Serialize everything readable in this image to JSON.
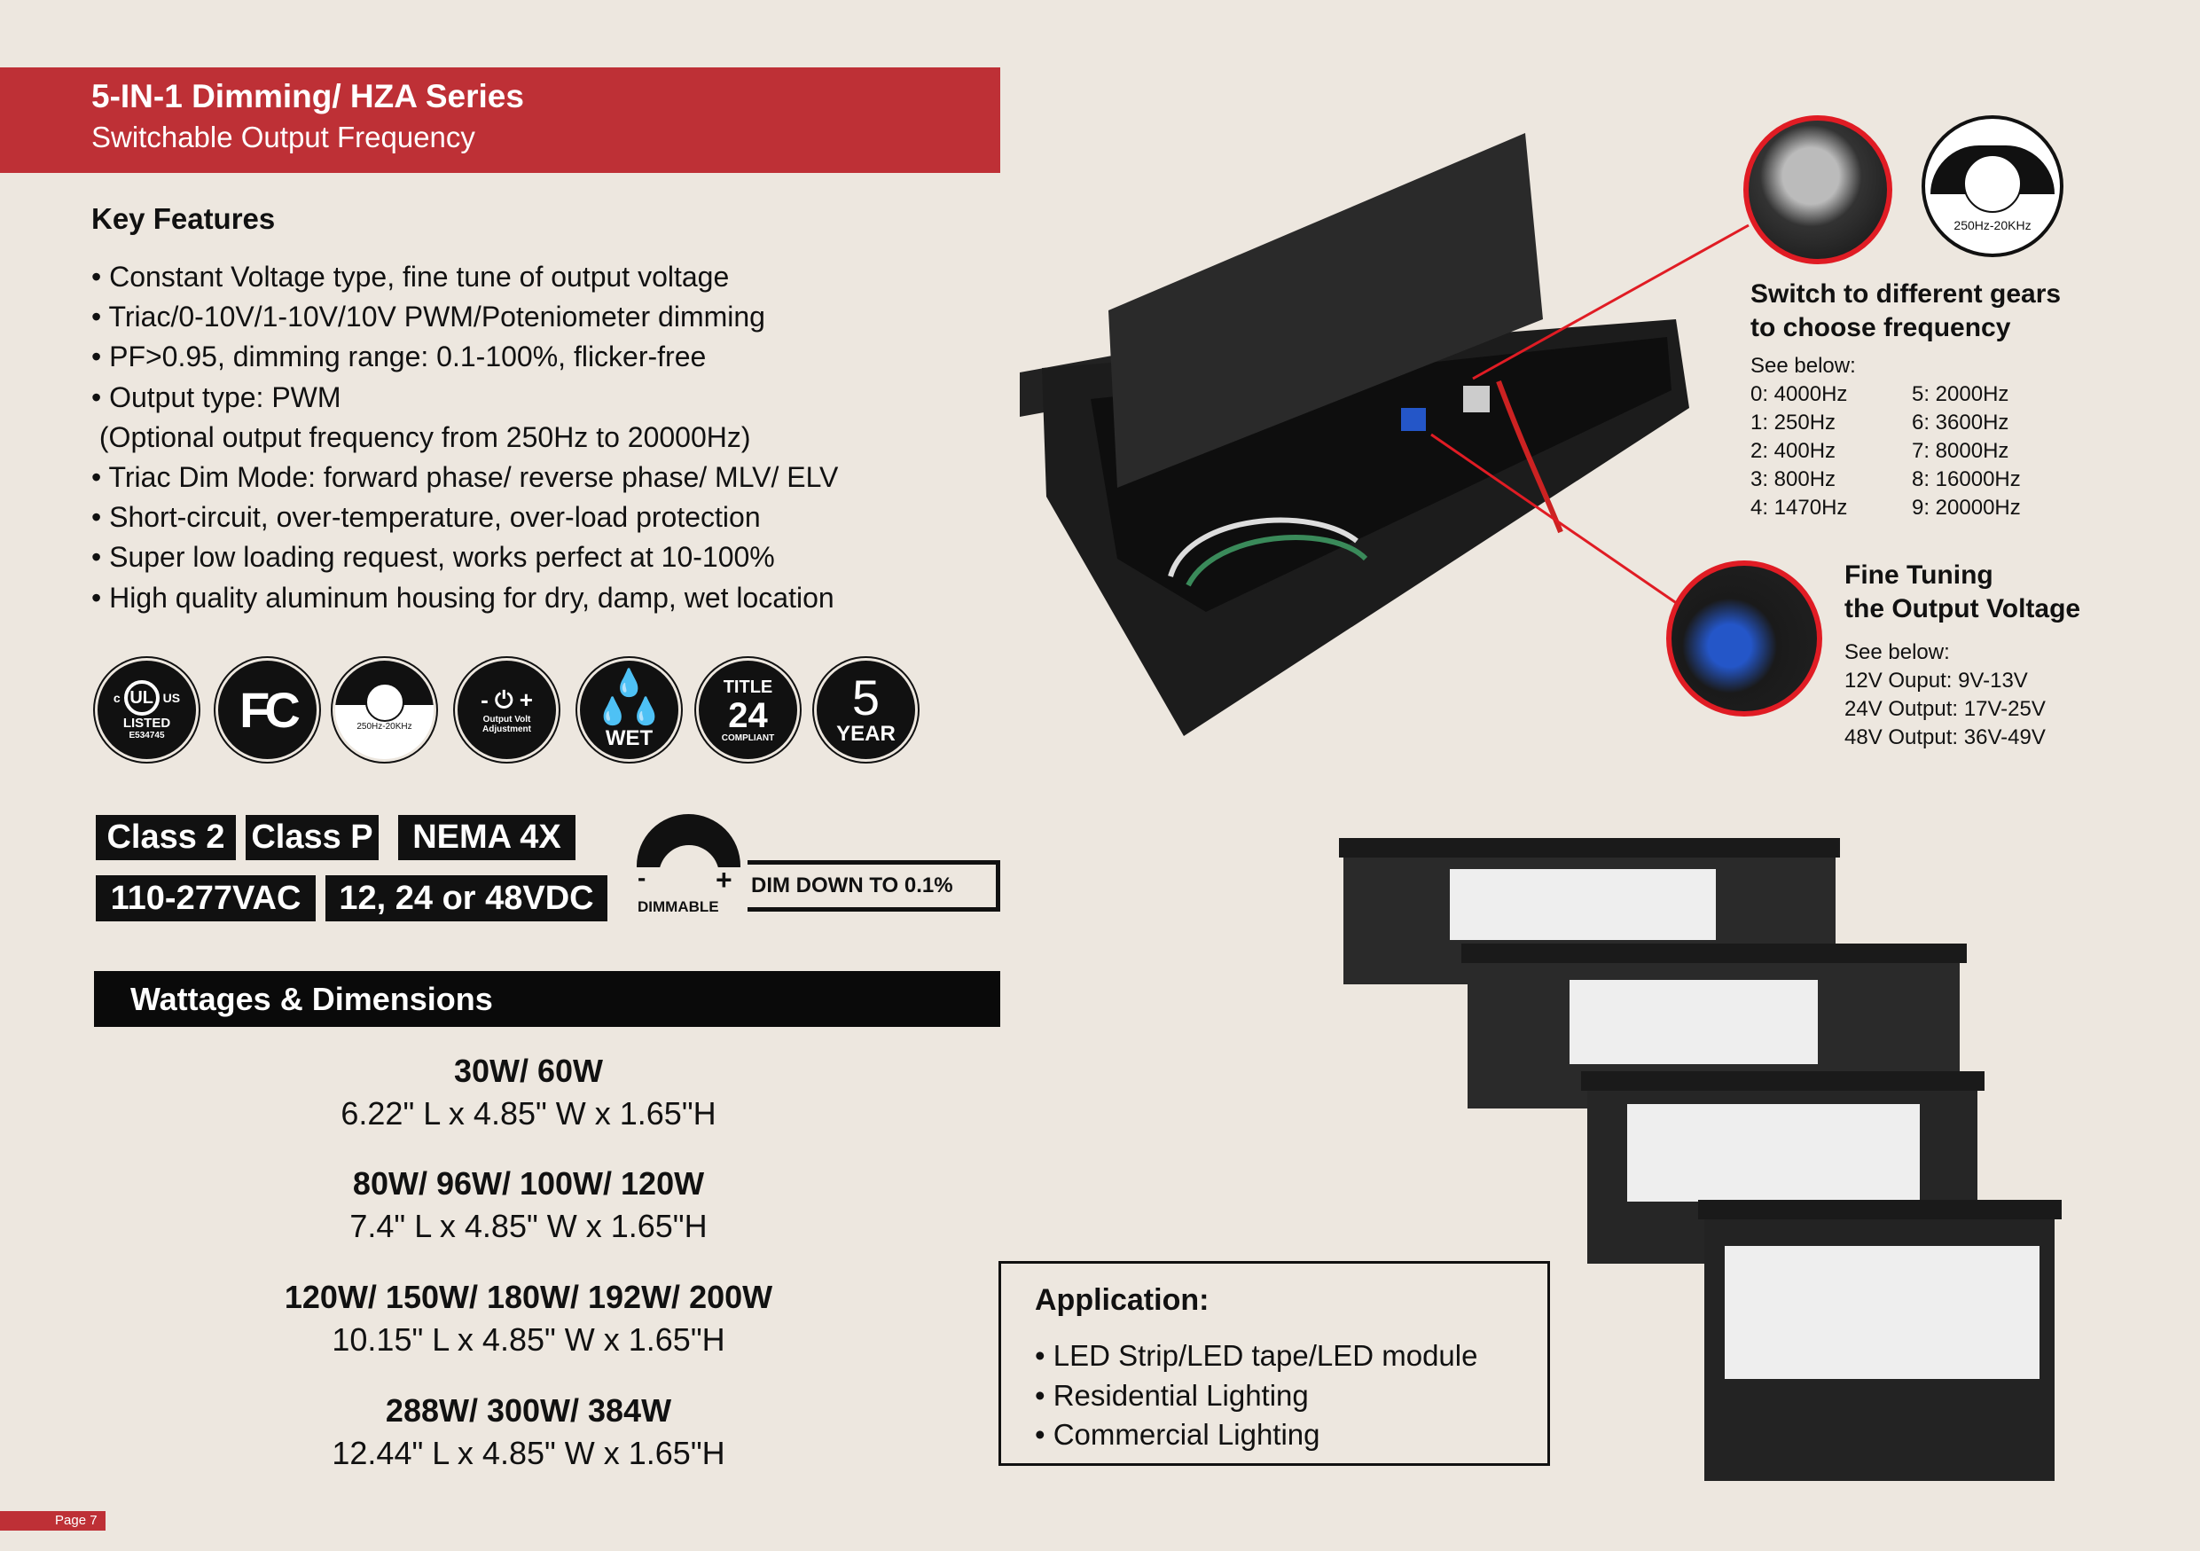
{
  "header": {
    "title": "5-IN-1 Dimming/ HZA Series",
    "subtitle": "Switchable Output Frequency"
  },
  "key_features": {
    "heading": "Key Features",
    "items": [
      "• Constant Voltage type, fine tune of output voltage",
      "• Triac/0-10V/1-10V/10V PWM/Poteniometer dimming",
      "• PF>0.95, dimming range: 0.1-100%, flicker-free",
      "• Output type: PWM",
      " (Optional output frequency from 250Hz to 20000Hz)",
      "• Triac Dim Mode: forward phase/ reverse phase/ MLV/ ELV",
      "• Short-circuit, over-temperature, over-load protection",
      "• Super low loading request, works perfect at 10-100%",
      "• High quality aluminum housing for dry, damp, wet location"
    ]
  },
  "cert_icons": {
    "ul": {
      "c": "c",
      "us": "US",
      "listed": "LISTED",
      "number": "E534745"
    },
    "fcc": "FC",
    "freq": "250Hz-20KHz",
    "volt": {
      "minus": "-",
      "plus": "+",
      "label": "Output Volt Adjustment"
    },
    "wet": "WET",
    "title24": {
      "title": "TITLE",
      "num": "24",
      "compliant": "COMPLIANT"
    },
    "warranty": {
      "num": "5",
      "label": "YEAR"
    }
  },
  "badges": [
    "Class 2",
    "Class P",
    "NEMA 4X",
    "110-277VAC",
    "12, 24 or 48VDC"
  ],
  "dimmable": {
    "minus": "-",
    "plus": "+",
    "label": "DIMMABLE",
    "dim_down": "DIM DOWN TO 0.1%"
  },
  "wattages": {
    "heading": "Wattages & Dimensions",
    "groups": [
      {
        "watts": "30W/ 60W",
        "dims": "6.22\" L x 4.85\" W x 1.65\"H"
      },
      {
        "watts": "80W/ 96W/ 100W/ 120W",
        "dims": "7.4\" L x 4.85\" W x 1.65\"H"
      },
      {
        "watts": "120W/ 150W/ 180W/ 192W/ 200W",
        "dims": "10.15\" L x 4.85\" W x 1.65\"H"
      },
      {
        "watts": "288W/ 300W/ 384W",
        "dims": "12.44\" L x 4.85\" W x 1.65\"H"
      }
    ]
  },
  "application": {
    "heading": "Application:",
    "items": [
      "• LED Strip/LED tape/LED module",
      "• Residential Lighting",
      "• Commercial Lighting"
    ]
  },
  "frequency": {
    "dial_label": "250Hz-20KHz",
    "heading1": "Switch to different gears",
    "heading2": "to choose frequency",
    "see_below": "See below:",
    "col1": [
      "0: 4000Hz",
      "1: 250Hz",
      "2: 400Hz",
      "3: 800Hz",
      "4: 1470Hz"
    ],
    "col2": [
      "5: 2000Hz",
      "6: 3600Hz",
      "7: 8000Hz",
      "8: 16000Hz",
      "9: 20000Hz"
    ]
  },
  "voltage": {
    "heading1": "Fine Tuning",
    "heading2": "the Output Voltage",
    "see_below": "See below:",
    "items": [
      "12V Ouput: 9V-13V",
      "24V Output: 17V-25V",
      "48V Output: 36V-49V"
    ]
  },
  "page": "Page 7",
  "colors": {
    "brand_red": "#be3036",
    "background": "#ede7df"
  }
}
